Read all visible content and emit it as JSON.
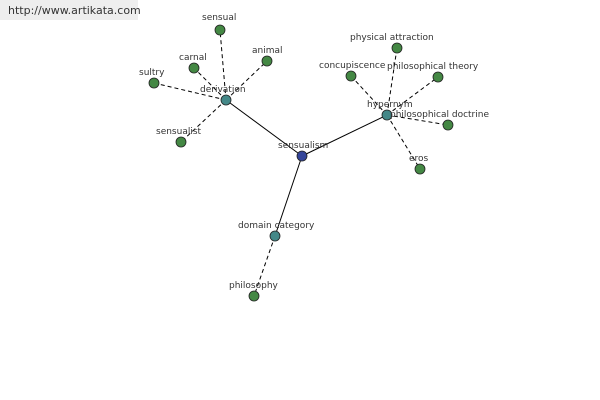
{
  "watermark": "http://www.artikata.com",
  "colors": {
    "center": "#334499",
    "relation": "#448888",
    "leaf": "#448844",
    "stroke": "#222222",
    "edge": "#000000"
  },
  "center": {
    "label": "sensualism"
  },
  "relations": [
    {
      "label": "derivation",
      "leaves": [
        "sensual",
        "carnal",
        "animal",
        "sultry",
        "sensualist"
      ]
    },
    {
      "label": "hypernym",
      "leaves": [
        "physical attraction",
        "concupiscence",
        "philosophical theory",
        "philosophical doctrine",
        "eros"
      ]
    },
    {
      "label": "domain category",
      "leaves": [
        "philosophy"
      ]
    }
  ]
}
